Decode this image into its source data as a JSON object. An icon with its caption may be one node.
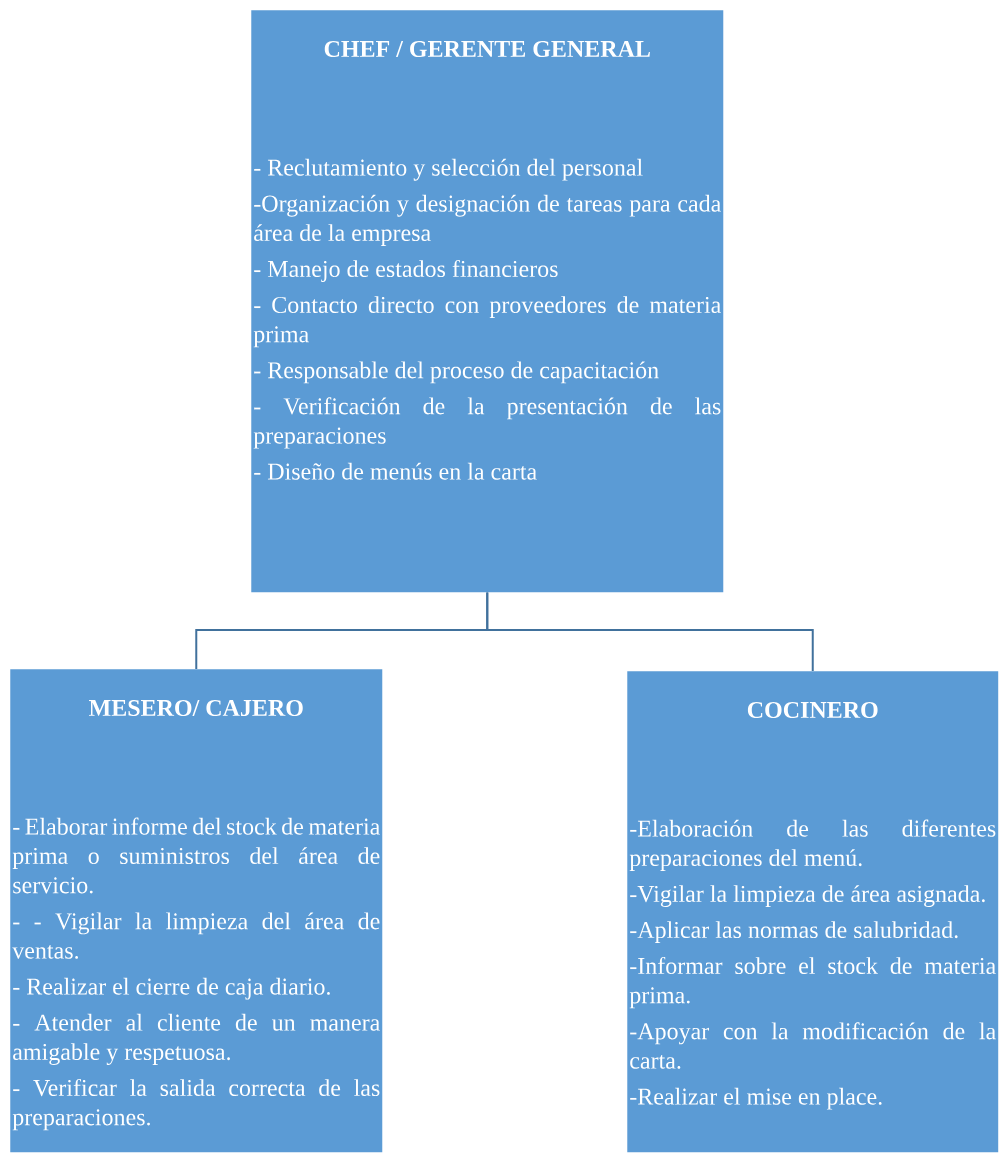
{
  "diagram": {
    "nodes": [
      {
        "text": [
          "CHEF / GERENTE GENERAL",
          "- Reclutamiento y selección del personal",
          "-Organización y designación de tareas para cada área de la empresa",
          "- Manejo de estados financieros",
          "- Contacto directo con proveedores de materia prima",
          "- Responsable del proceso de capacitación",
          "- Verificación de la presentación de las preparaciones",
          "- Diseño de menús en la carta"
        ]
      },
      {
        "text": [
          "MESERO/ CAJERO",
          "- Elaborar informe del stock de materia prima o suministros del área de servicio.",
          "- - Vigilar la limpieza del área de ventas.",
          "- Realizar el cierre de caja diario.",
          "- Atender al cliente de un manera amigable y respetuosa.",
          "- Verificar la salida correcta de las preparaciones."
        ]
      },
      {
        "text": [
          "COCINERO",
          "-Elaboración de las diferentes preparaciones del menú.",
          "-Vigilar la limpieza de área asignada.",
          "-Aplicar las normas de salubridad.",
          "-Informar sobre el stock de materia prima.",
          "-Apoyar con la modificación de la carta.",
          "-Realizar el mise en place."
        ]
      }
    ],
    "edges": [
      {
        "from": 0,
        "to": 1,
        "arrow": "none"
      },
      {
        "from": 0,
        "to": 2,
        "arrow": "none"
      }
    ]
  }
}
